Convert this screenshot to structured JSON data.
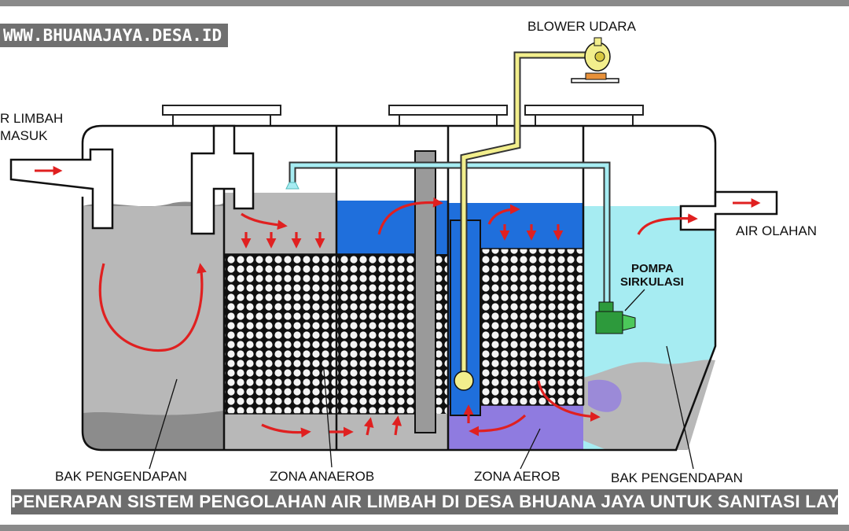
{
  "watermark": "WWW.BHUANAJAYA.DESA.ID",
  "caption": "PENERAPAN SISTEM PENGOLAHAN AIR LIMBAH DI DESA BHUANA JAYA UNTUK SANITASI LAYAK",
  "labels": {
    "inlet_line1": "R LIMBAH",
    "inlet_line2": "MASUK",
    "blower": "BLOWER UDARA",
    "outlet": "AIR OLAHAN",
    "pump_line1": "POMPA",
    "pump_line2": "SIRKULASI",
    "settling_1": "BAK PENGENDAPAN",
    "anaerobic": "ZONA ANAEROB",
    "aerobic": "ZONA AEROB",
    "settling_2": "BAK PENGENDAPAN"
  },
  "colors": {
    "grey_water": "#b8b8b8",
    "dark_sludge": "#8c8c8c",
    "blue_water": "#1f6fdc",
    "cyan_water": "#a6ecf2",
    "purple_sludge": "#8f7be0",
    "flow_arrow": "#e02020",
    "air_pipe": "#f2ee8c",
    "pump_green": "#2d9a3c"
  }
}
